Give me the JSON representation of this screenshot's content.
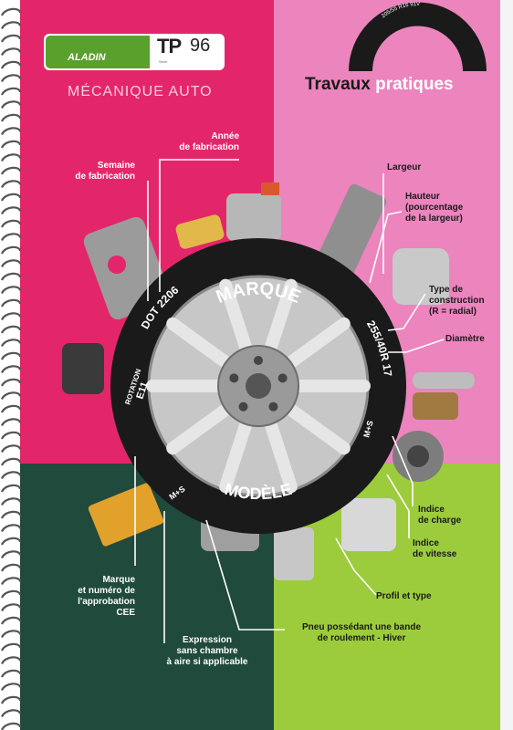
{
  "brand": {
    "logo_text": "ALADIN",
    "series": "TP",
    "number": "96",
    "small": "Série"
  },
  "subtitle": "MÉCANIQUE AUTO",
  "banner": {
    "tyre_code": "205/55 R16 91V",
    "title_part1": "Travaux",
    "title_part2": "pratiques"
  },
  "tyre": {
    "marque": "MARQUE",
    "modele": "MODÈLE",
    "dot": "DOT 2206",
    "size": "255/40R 17",
    "rotation": "ROTATION",
    "e11": "E11",
    "ms": "M+S",
    "load": "M+S"
  },
  "labels": {
    "annee": "Année\nde fabrication",
    "semaine": "Semaine\nde fabrication",
    "largeur": "Largeur",
    "hauteur": "Hauteur\n(pourcentage\nde la largeur)",
    "construction": "Type de\nconstruction\n(R = radial)",
    "diametre": "Diamètre",
    "charge": "Indice\nde charge",
    "vitesse": "Indice\nde vitesse",
    "profil": "Profil et type",
    "hiver": "Pneu possédant une bande\nde roulement - Hiver",
    "approbation": "Marque\net numéro de\nl'approbation\nCEE",
    "chambre": "Expression\nsans chambre\nà aire si applicable"
  },
  "colors": {
    "top_left": "#e3266a",
    "top_right": "#ec84be",
    "bottom_left": "#1f4a3c",
    "bottom_right": "#9ccc3c"
  }
}
